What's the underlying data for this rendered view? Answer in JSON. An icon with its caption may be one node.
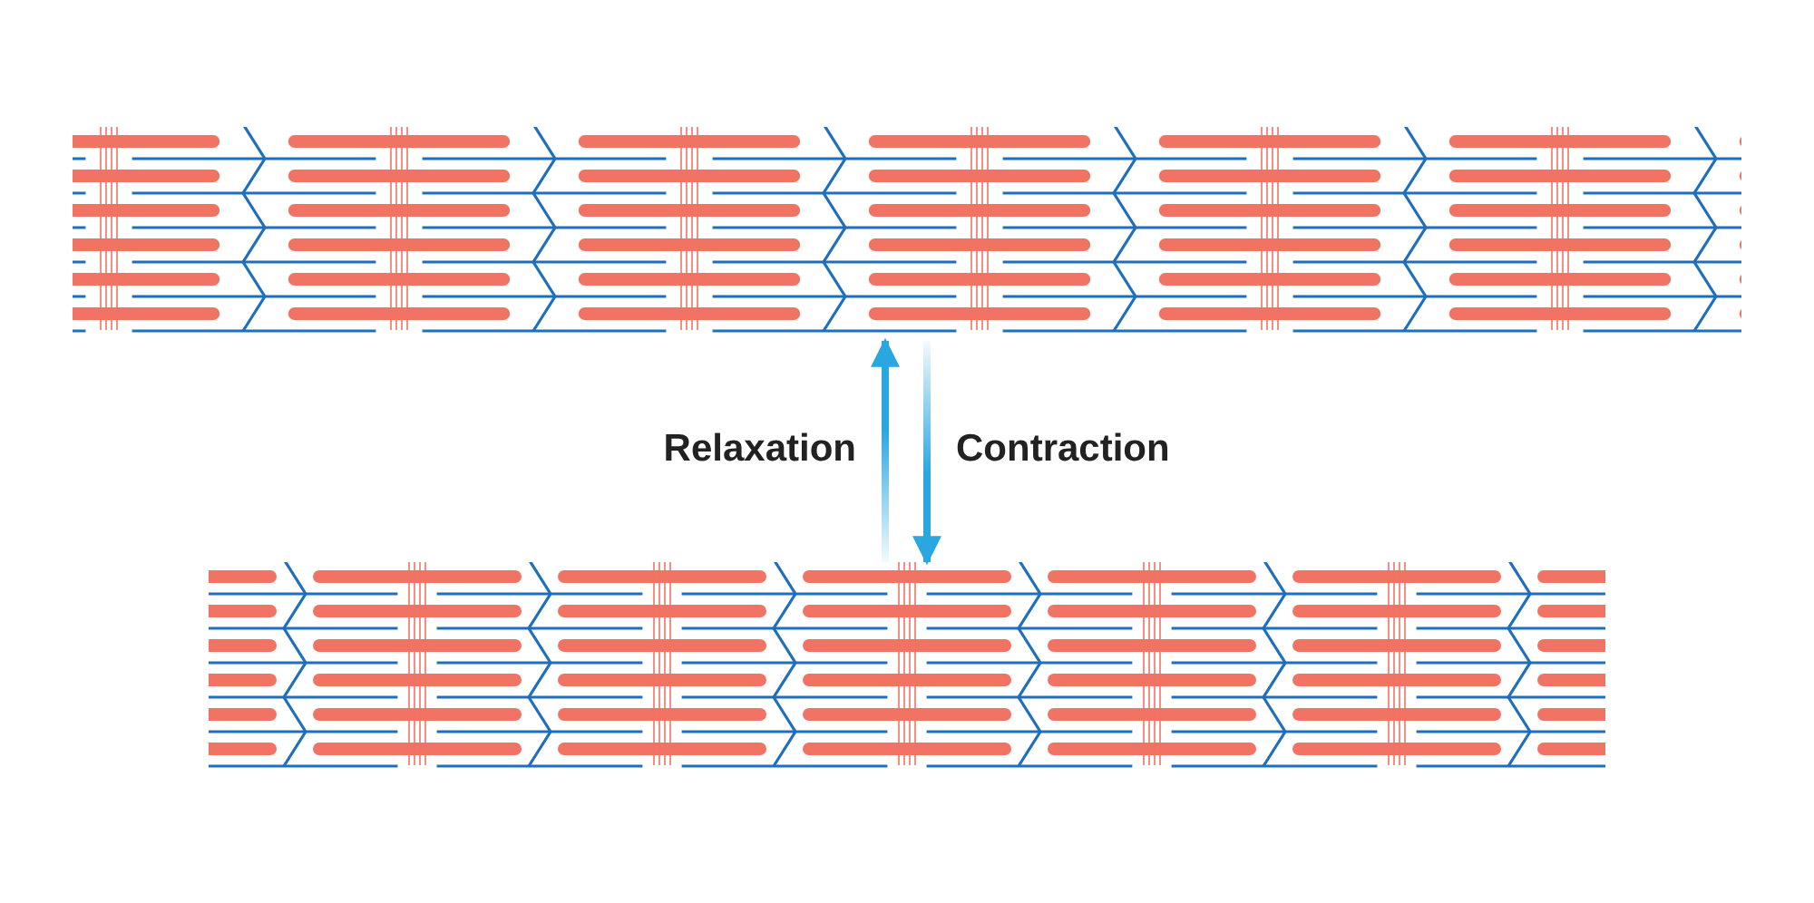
{
  "diagram": {
    "nodes": [
      {
        "text": [],
        "shape": "picture"
      },
      {
        "text": [],
        "shape": "picture"
      }
    ],
    "edges": [
      {
        "from": 1,
        "to": 0,
        "arrow": "to",
        "label": "Relaxation"
      },
      {
        "from": 0,
        "to": 1,
        "arrow": "to",
        "label": "Contraction"
      }
    ]
  }
}
